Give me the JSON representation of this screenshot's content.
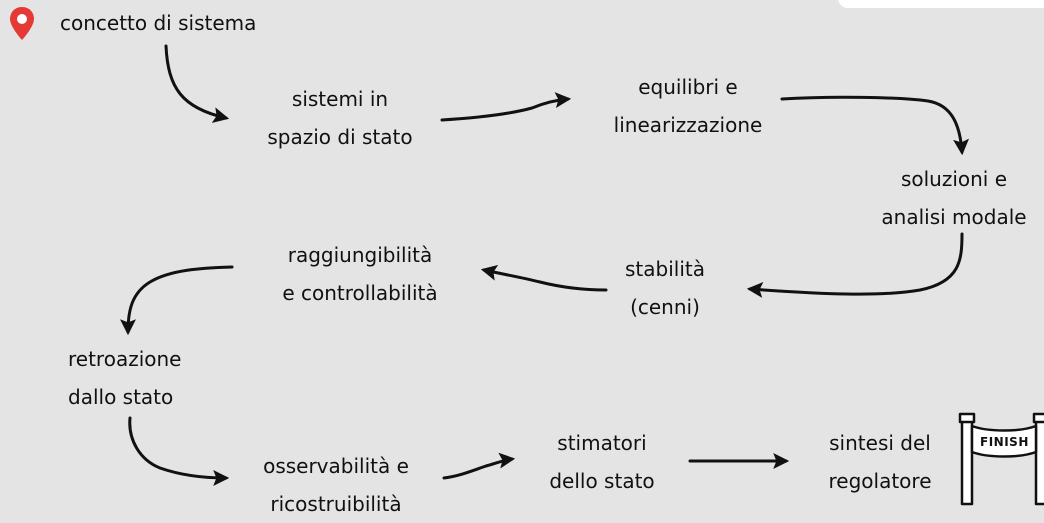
{
  "diagram": {
    "start": "concetto di sistema",
    "nodes": {
      "state_space": [
        "sistemi in",
        "spazio di stato"
      ],
      "equilibria": [
        "equilibri e",
        "linearizzazione"
      ],
      "solutions": [
        "soluzioni e",
        "analisi modale"
      ],
      "stability": [
        "stabilità",
        "(cenni)"
      ],
      "reachability": [
        "raggiungibilità",
        "e controllabilità"
      ],
      "feedback": [
        "retroazione",
        "dallo stato"
      ],
      "observability": [
        "osservabilità e",
        "ricostruibilità"
      ],
      "estimators": [
        "stimatori",
        "dello stato"
      ],
      "synthesis": [
        "sintesi del",
        "regolatore"
      ]
    },
    "finish": "FINISH"
  },
  "colors": {
    "background": "#e4e4e4",
    "ink": "#111111",
    "pin": "#e53935"
  }
}
